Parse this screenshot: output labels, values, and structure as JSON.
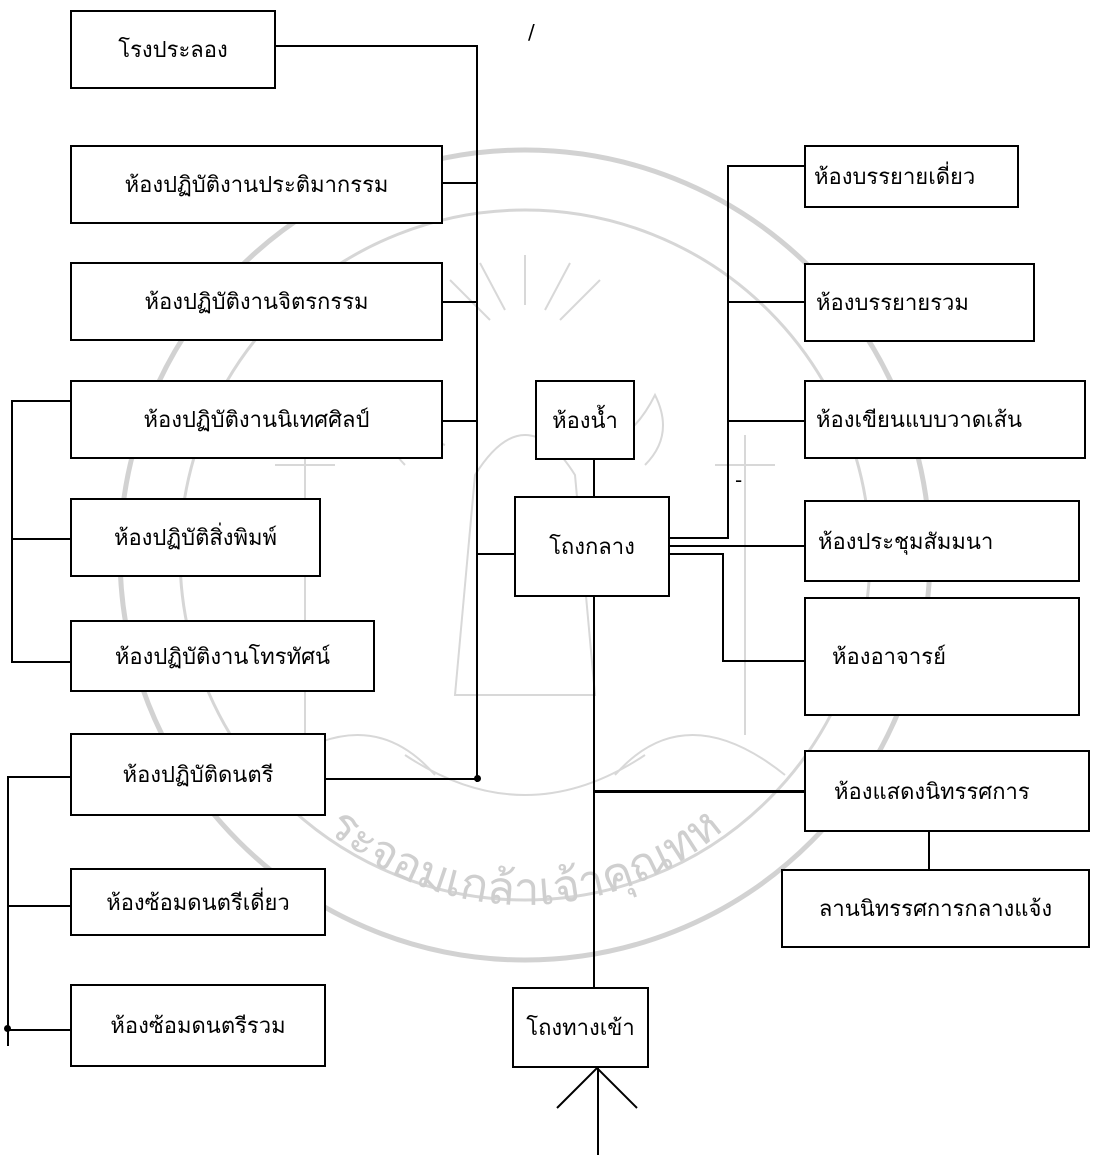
{
  "rooms": {
    "theater": "โรงประลอง",
    "sculpture": "ห้องปฏิบัติงานประติมากรรม",
    "painting": "ห้องปฏิบัติงานจิตรกรรม",
    "communication_arts": "ห้องปฏิบัติงานนิเทศศิลป์",
    "printmaking": "ห้องปฏิบัติสิ่งพิมพ์",
    "television": "ห้องปฏิบัติงานโทรทัศน์",
    "music": "ห้องปฏิบัติดนตรี",
    "solo_music": "ห้องซ้อมดนตรีเดี่ยว",
    "ensemble_music": "ห้องซ้อมดนตรีรวม",
    "restroom": "ห้องน้ำ",
    "central_hall": "โถงกลาง",
    "entrance_hall": "โถงทางเข้า",
    "individual_lecture": "ห้องบรรยายเดี่ยว",
    "group_lecture": "ห้องบรรยายรวม",
    "drawing": "ห้องเขียนแบบวาดเส้น",
    "seminar": "ห้องประชุมสัมมนา",
    "faculty": "ห้องอาจารย์",
    "exhibition": "ห้องแสดงนิทรรศการ",
    "outdoor_exhibition": "ลานนิทรรศการกลางแจ้ง"
  },
  "watermark": {
    "text": "ระจอมเกล้าเจ้าคุณทห",
    "color": "#c8c8c8"
  }
}
